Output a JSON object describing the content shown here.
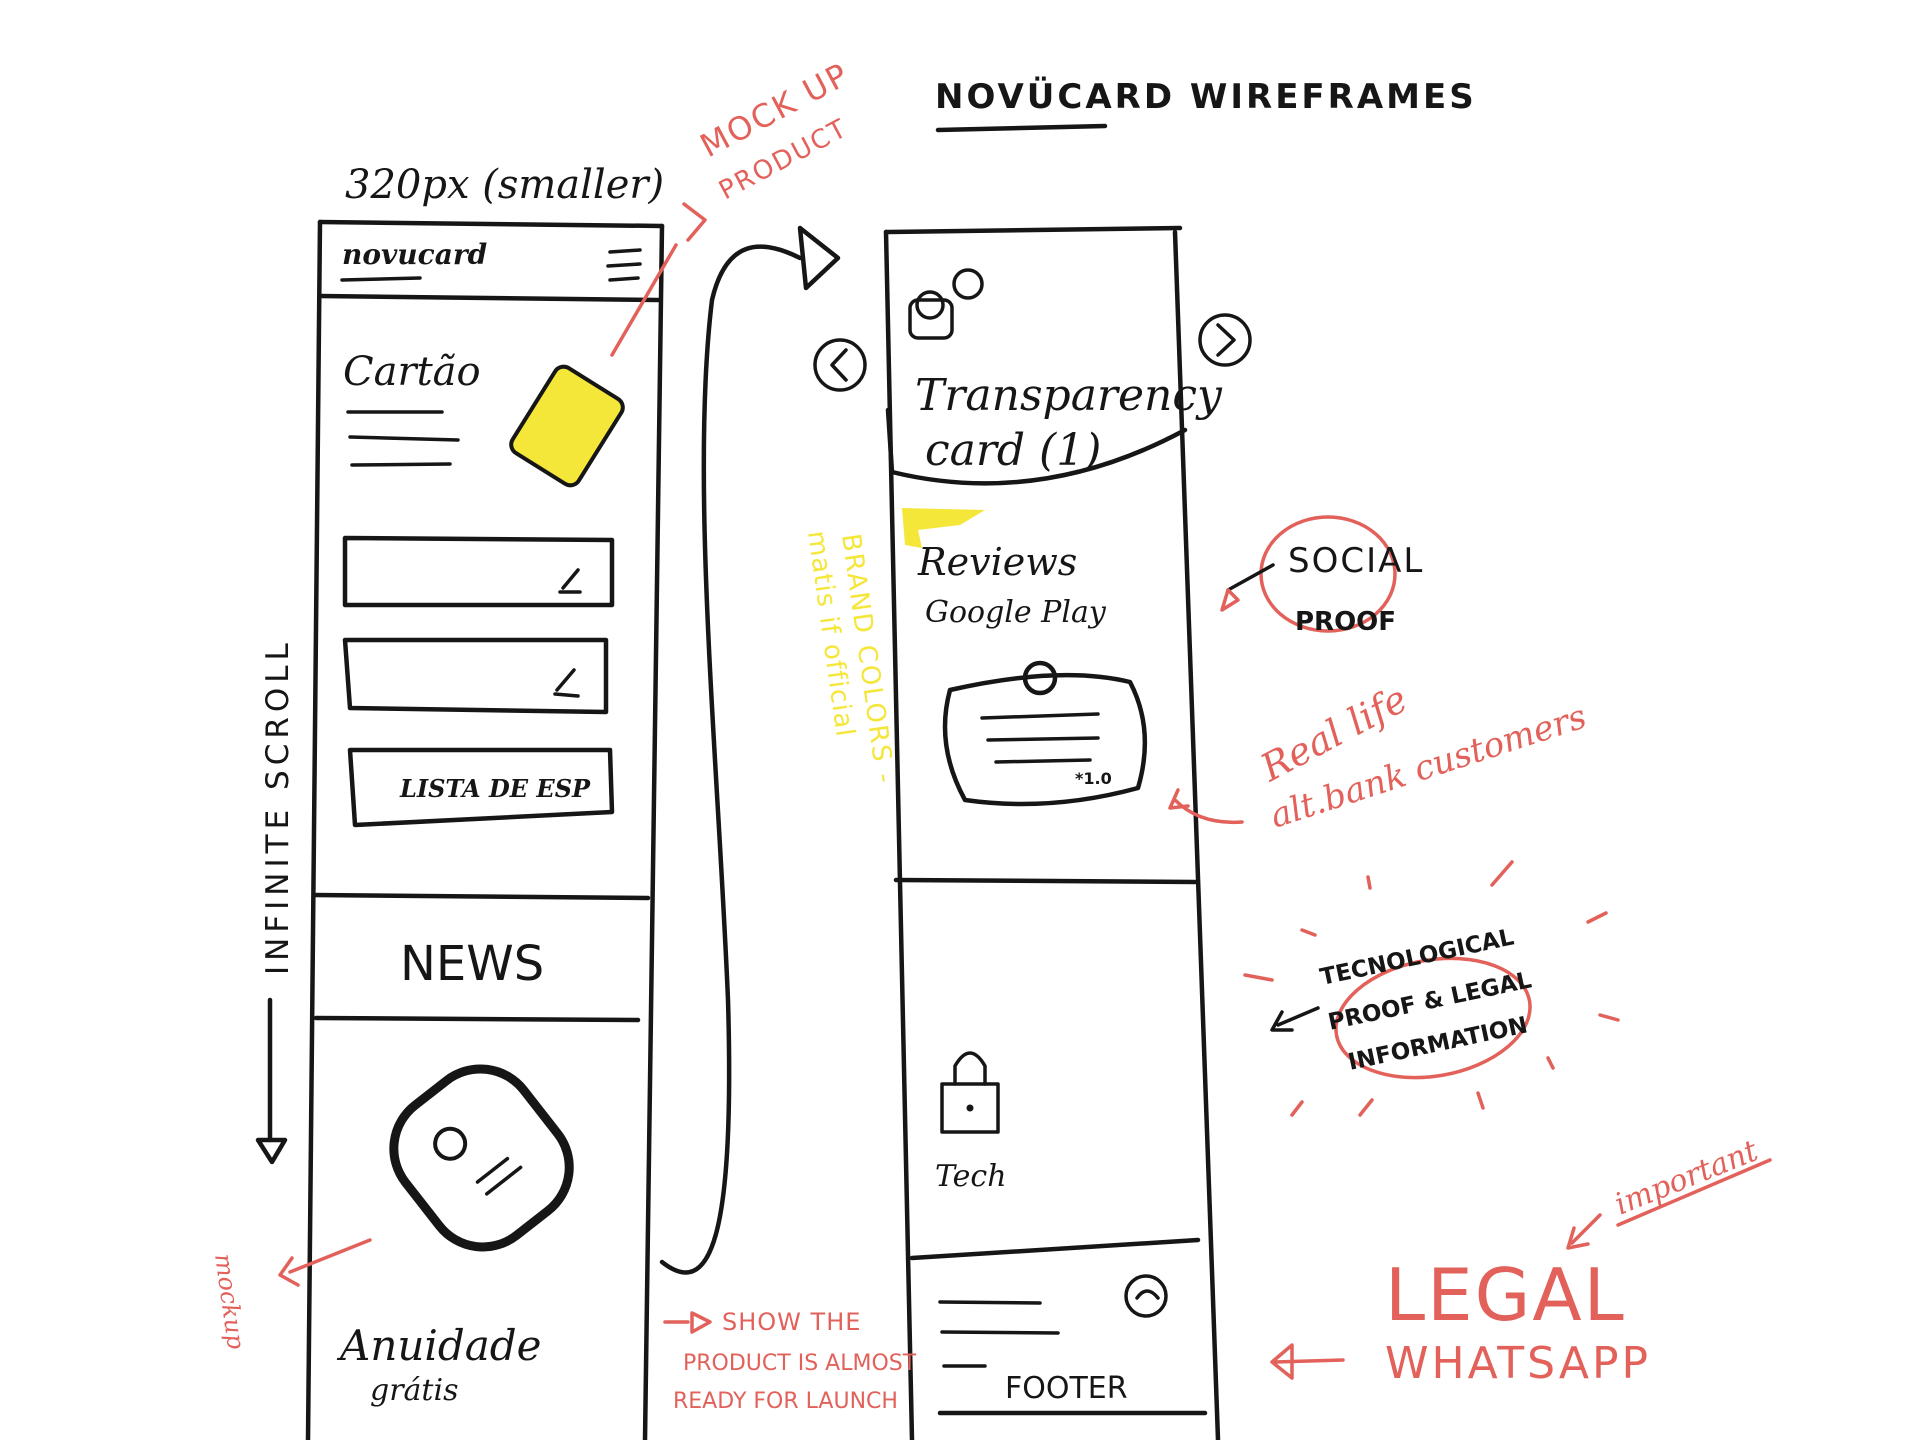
{
  "title": "NOVÜCARD  WIREFRAMES",
  "left_frame": {
    "width_label": "320px (smaller)",
    "logo": "novucard",
    "hero_title": "Cartão",
    "cta_button": "LISTA DE ESP",
    "news": "NEWS",
    "bottom_title": "Anuidade",
    "bottom_subtitle": "grátis"
  },
  "right_frame": {
    "card_title_line1": "Transparency",
    "card_title_line2": "card (1)",
    "reviews_title": "Reviews",
    "reviews_subtitle": "Google Play",
    "review_rating": "*1.0",
    "tech_label": "Tech",
    "footer": "FOOTER"
  },
  "annotations": {
    "mock_up": "MOCK UP",
    "product": "PRODUCT",
    "infinite_scroll": "INFINITE SCROLL",
    "mockup_small": "mockup",
    "brand_colors_1": "BRAND COLORS -",
    "brand_colors_2": "matis if official",
    "social": "SOCIAL",
    "proof": "PROOF",
    "real_life_1": "Real life",
    "real_life_2": "alt.bank customers",
    "tech_1": "TECNOLOGICAL",
    "tech_2": "PROOF & LEGAL",
    "tech_3": "INFORMATION",
    "important": "important",
    "legal": "LEGAL",
    "whatsapp": "WHATSAPP",
    "show_1": "SHOW THE",
    "show_2": "PRODUCT IS ALMOST",
    "show_3": "READY FOR LAUNCH"
  },
  "colors": {
    "ink": "#161616",
    "annotation_red": "#e2615a",
    "highlight_yellow": "#f5e63a"
  }
}
